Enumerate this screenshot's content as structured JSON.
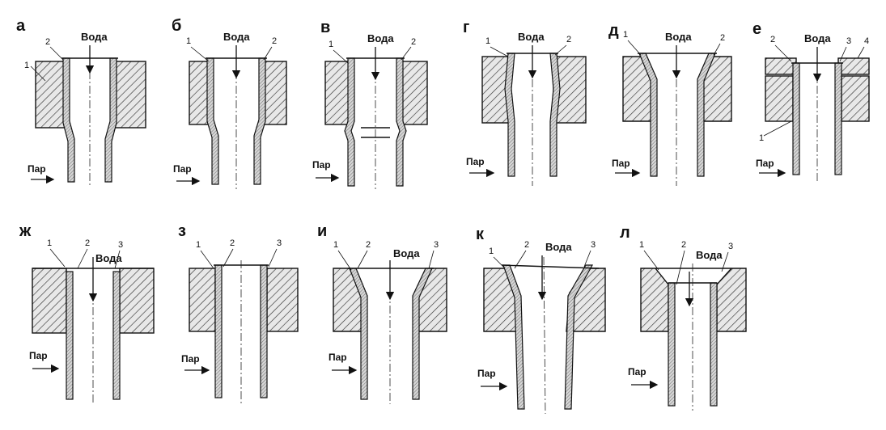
{
  "labels": {
    "water": "Вода",
    "steam": "Пар"
  },
  "panels": [
    {
      "key": "a",
      "letter": "а",
      "numbers": [
        "2",
        "1"
      ]
    },
    {
      "key": "b",
      "letter": "б",
      "numbers": [
        "1",
        "2"
      ]
    },
    {
      "key": "v",
      "letter": "в",
      "numbers": [
        "1",
        "2"
      ]
    },
    {
      "key": "g",
      "letter": "г",
      "numbers": [
        "1",
        "2"
      ]
    },
    {
      "key": "d",
      "letter": "д",
      "numbers": [
        "1",
        "2"
      ]
    },
    {
      "key": "e",
      "letter": "е",
      "numbers": [
        "2",
        "3",
        "4",
        "1"
      ]
    },
    {
      "key": "zh",
      "letter": "ж",
      "numbers": [
        "1",
        "2",
        "3"
      ]
    },
    {
      "key": "z",
      "letter": "з",
      "numbers": [
        "1",
        "2",
        "3"
      ]
    },
    {
      "key": "i",
      "letter": "и",
      "numbers": [
        "1",
        "2",
        "3"
      ]
    },
    {
      "key": "k",
      "letter": "к",
      "numbers": [
        "1",
        "2",
        "3"
      ]
    },
    {
      "key": "l",
      "letter": "л",
      "numbers": [
        "1",
        "2",
        "3"
      ]
    }
  ],
  "colors": {
    "line": "#111111",
    "background": "#ffffff"
  }
}
